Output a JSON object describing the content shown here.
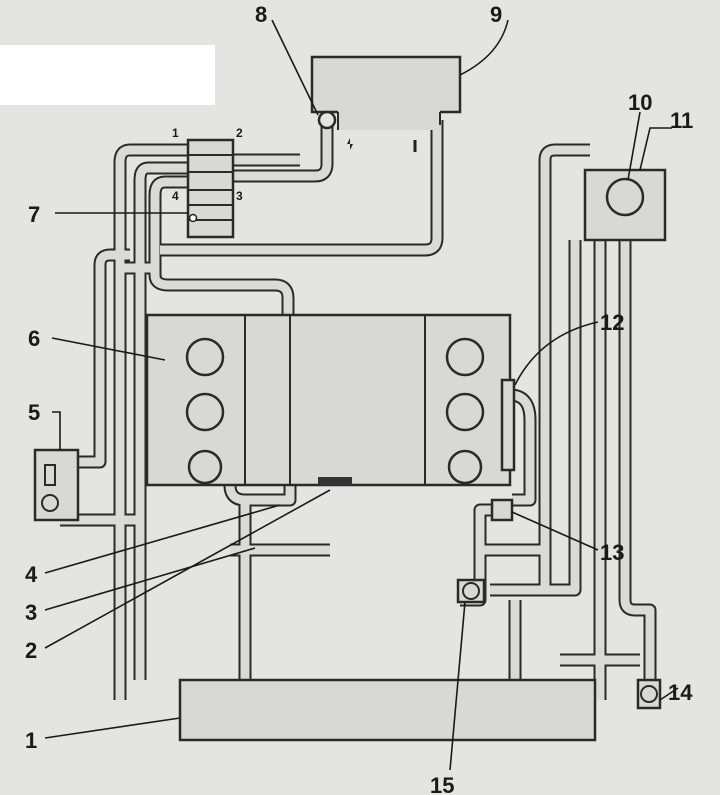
{
  "diagram": {
    "callouts": [
      "1",
      "2",
      "3",
      "4",
      "5",
      "6",
      "7",
      "8",
      "9",
      "10",
      "11",
      "12",
      "13",
      "14",
      "15"
    ],
    "valve_port_labels": [
      "1",
      "2",
      "3",
      "4"
    ]
  }
}
